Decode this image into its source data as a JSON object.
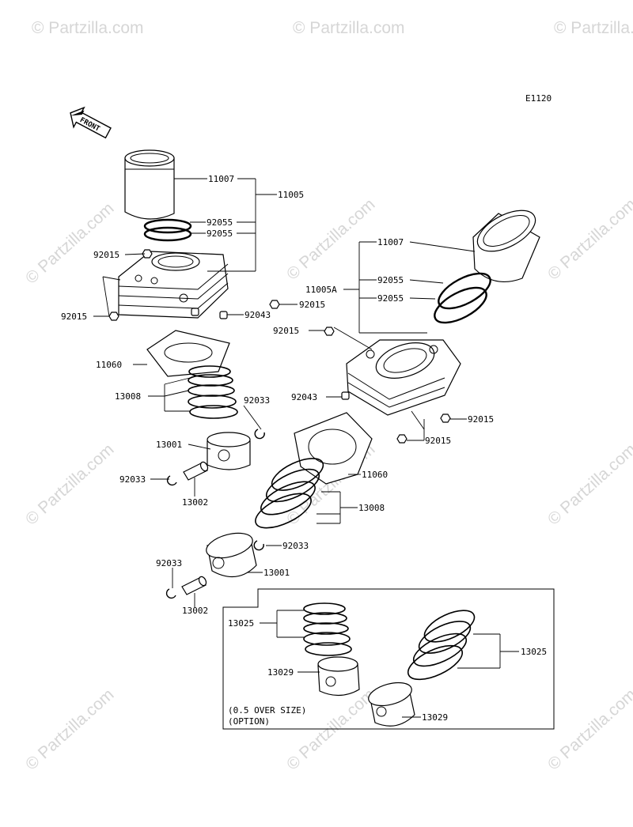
{
  "diagram_code": "E1120",
  "front_arrow_label": "FRONT",
  "watermark": "© Partzilla.com",
  "labels": {
    "top_cylinder": {
      "liner": "11007",
      "assy": "11005",
      "ring_a": "92055",
      "ring_b": "92055",
      "bolt_top": "92015",
      "bolt_left": "92015",
      "bolt_right": "92015",
      "dowel": "92043",
      "gasket": "11060"
    },
    "top_piston": {
      "rings": "13008",
      "circlip_right": "92033",
      "piston": "13001",
      "circlip_left": "92033",
      "pin": "13002"
    },
    "rear_cylinder": {
      "liner": "11007",
      "assy": "11005A",
      "ring_a": "92055",
      "ring_b": "92055",
      "bolt_left": "92015",
      "bolt_right_a": "92015",
      "bolt_right_b": "92015",
      "dowel": "92043",
      "gasket": "11060",
      "rings": "13008"
    },
    "rear_piston": {
      "circlip_right": "92033",
      "circlip_left": "92033",
      "piston": "13001",
      "pin": "13002"
    },
    "oversize": {
      "rings_left": "13025",
      "piston_left": "13029",
      "rings_right": "13025",
      "piston_right": "13029",
      "note_line1": "(0.5 OVER SIZE)",
      "note_line2": "(OPTION)"
    }
  }
}
